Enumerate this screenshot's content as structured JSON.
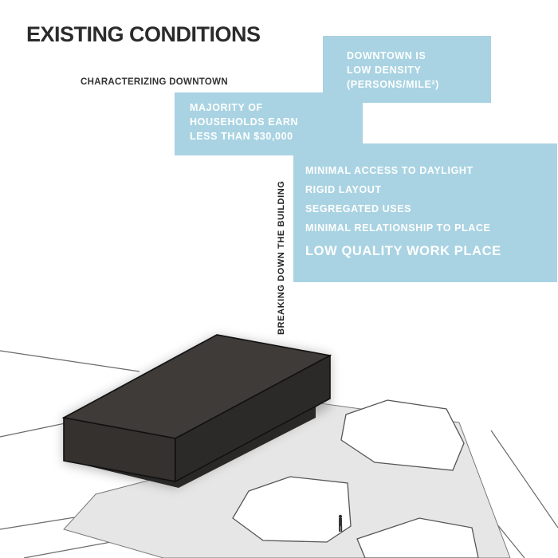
{
  "header": {
    "title": "EXISTING CONDITIONS",
    "subtitle": "CHARACTERIZING DOWNTOWN"
  },
  "callouts": {
    "density": {
      "lines": [
        "DOWNTOWN IS",
        "LOW DENSITY",
        "(PERSONS/MILE²)"
      ]
    },
    "income": {
      "lines": [
        "MAJORITY OF",
        "HOUSEHOLDS EARN",
        "LESS THAN $30,000"
      ]
    },
    "issues": {
      "items": [
        "MINIMAL ACCESS TO DAYLIGHT",
        "RIGID LAYOUT",
        "SEGREGATED USES",
        "MINIMAL RELATIONSHIP TO PLACE"
      ],
      "emphasis": "LOW QUALITY WORK PLACE"
    }
  },
  "side_label": "BREAKING DOWN THE BUILDING",
  "colors": {
    "callout_fill": "#a9d3e2",
    "callout_text": "#ffffff",
    "building_fill": "#3c3937",
    "ground_fill": "#e6e6e6"
  }
}
